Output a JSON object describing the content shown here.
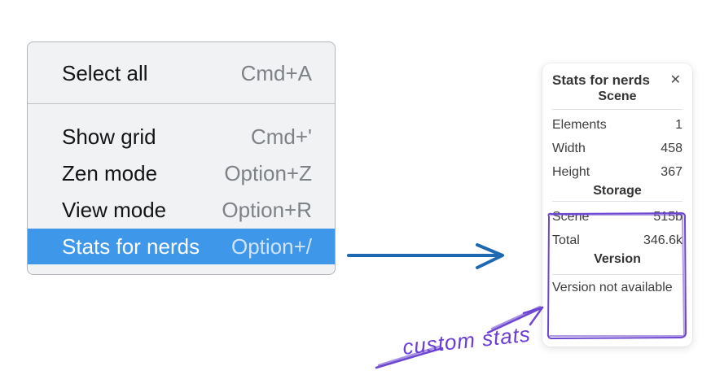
{
  "menu": {
    "sections": [
      {
        "items": [
          {
            "label": "Select all",
            "shortcut": "Cmd+A",
            "highlighted": false
          }
        ]
      },
      {
        "items": [
          {
            "label": "Show grid",
            "shortcut": "Cmd+'",
            "highlighted": false
          },
          {
            "label": "Zen mode",
            "shortcut": "Option+Z",
            "highlighted": false
          },
          {
            "label": "View mode",
            "shortcut": "Option+R",
            "highlighted": false
          },
          {
            "label": "Stats for nerds",
            "shortcut": "Option+/",
            "highlighted": true
          }
        ]
      }
    ]
  },
  "stats_panel": {
    "title": "Stats for nerds",
    "sections": [
      {
        "header": "Scene",
        "rows": [
          {
            "label": "Elements",
            "value": "1"
          },
          {
            "label": "Width",
            "value": "458"
          },
          {
            "label": "Height",
            "value": "367"
          }
        ]
      },
      {
        "header": "Storage",
        "rows": [
          {
            "label": "Scene",
            "value": "515b"
          },
          {
            "label": "Total",
            "value": "346.6k"
          }
        ]
      },
      {
        "header": "Version",
        "text": "Version not available"
      }
    ]
  },
  "annotation": {
    "label": "custom stats"
  },
  "icons": {
    "close": "✕"
  },
  "colors": {
    "menu_highlight": "#3e97e9",
    "arrow_blue": "#1e69b2",
    "annotation_purple": "#6d47d1"
  }
}
